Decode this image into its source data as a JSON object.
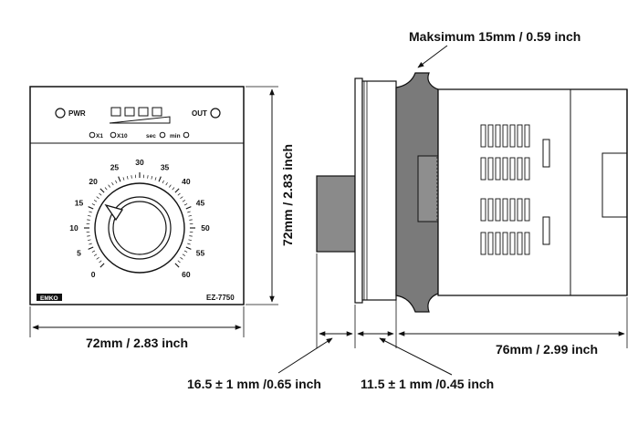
{
  "front_panel": {
    "pwr_label": "PWR",
    "out_label": "OUT",
    "range_x1": "X1",
    "range_x10": "X10",
    "unit_sec": "sec",
    "unit_min": "min",
    "model": "EZ-7750",
    "logo_text": "EMKO",
    "dial_scale": [
      "0",
      "5",
      "10",
      "15",
      "20",
      "25",
      "30",
      "35",
      "40",
      "45",
      "50",
      "55",
      "60"
    ]
  },
  "dimensions": {
    "front_width": "72mm / 2.83 inch",
    "front_height": "72mm / 2.83 inch",
    "max_panel": "Maksimum 15mm / 0.59 inch",
    "knob_depth": "16.5 ± 1 mm /0.65 inch",
    "front_depth": "11.5 ± 1 mm /0.45 inch",
    "body_depth": "76mm / 2.99 inch"
  },
  "colors": {
    "line": "#111111",
    "panel_gray": "#7a7a7a",
    "knob_gray": "#8e8e8e",
    "light_gray": "#d9d9d9"
  }
}
